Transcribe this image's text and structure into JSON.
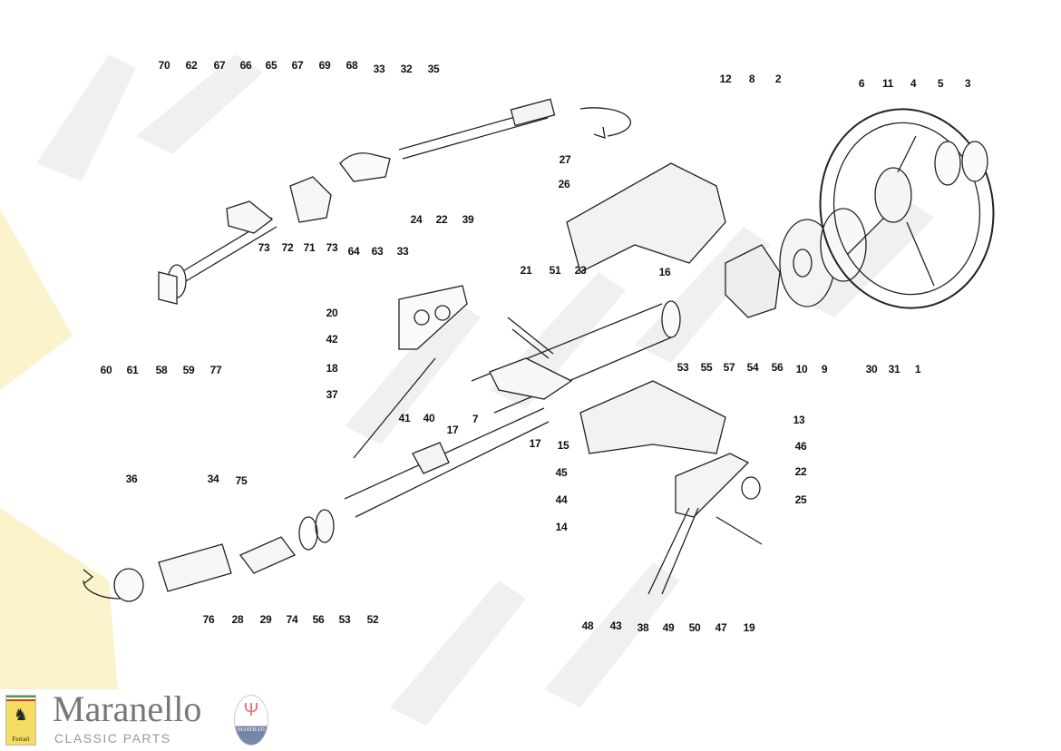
{
  "diagram": {
    "title": "Steering column parts diagram",
    "callouts": [
      "70",
      "62",
      "67",
      "66",
      "65",
      "67",
      "69",
      "68",
      "33",
      "32",
      "35",
      "12",
      "8",
      "2",
      "6",
      "11",
      "4",
      "5",
      "3",
      "27",
      "26",
      "73",
      "72",
      "71",
      "73",
      "64",
      "63",
      "33",
      "24",
      "22",
      "39",
      "21",
      "51",
      "23",
      "16",
      "20",
      "42",
      "18",
      "37",
      "60",
      "61",
      "58",
      "59",
      "77",
      "53",
      "55",
      "57",
      "54",
      "56",
      "10",
      "9",
      "30",
      "31",
      "1",
      "41",
      "40",
      "7",
      "17",
      "17",
      "13",
      "46",
      "15",
      "22",
      "45",
      "44",
      "25",
      "14",
      "36",
      "34",
      "75",
      "76",
      "28",
      "29",
      "74",
      "56",
      "53",
      "52",
      "48",
      "43",
      "38",
      "49",
      "50",
      "47",
      "19"
    ]
  },
  "branding": {
    "name": "Maranello",
    "subtitle": "CLASSIC PARTS",
    "ferrari_badge": "Ferrari",
    "maserati_badge": "MASERATI",
    "watermark": "Maranello CLASSIC PARTS"
  }
}
